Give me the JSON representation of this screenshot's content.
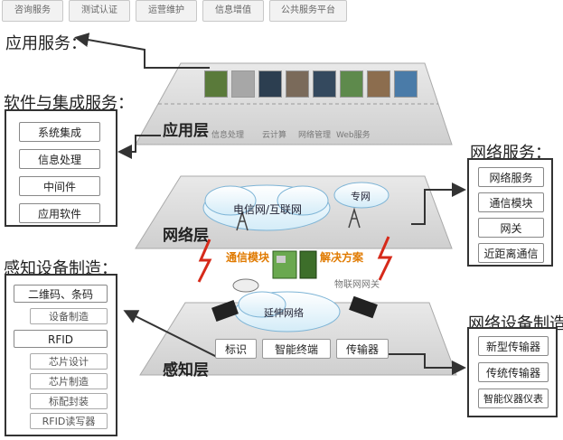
{
  "top_tabs": [
    "咨询服务",
    "测试认证",
    "运营维护",
    "信息增值",
    "公共服务平台"
  ],
  "headings": {
    "app_service": "应用服务：",
    "software_service": "软件与集成服务：",
    "network_service": "网络服务：",
    "sensing_manufacture": "感知设备制造：",
    "network_device_manufacture": "网络设备制造"
  },
  "software_items": [
    "系统集成",
    "信息处理",
    "中间件",
    "应用软件"
  ],
  "network_service_items": [
    "网络服务",
    "通信模块",
    "网关",
    "近距离通信"
  ],
  "sensing_items": [
    "二维码、条码",
    "设备制造",
    "RFID",
    "芯片设计",
    "芯片制造",
    "标配封装",
    "RFID读写器"
  ],
  "network_device_items": [
    "新型传输器",
    "传统传输器",
    "智能仪器仪表"
  ],
  "app_layer": {
    "title": "应用层",
    "labels": [
      "信息处理",
      "云计算",
      "网络管理",
      "Web服务"
    ]
  },
  "network_layer": {
    "title": "网络层",
    "cloud": "电信网/互联网",
    "private": "专网"
  },
  "middle": {
    "comm_module": "通信模块",
    "solution": "解决方案",
    "iot_gateway": "物联网网关"
  },
  "sensing_layer": {
    "title": "感知层",
    "cloud": "延伸网络",
    "cards": [
      "标识",
      "智能终端",
      "传输器"
    ]
  }
}
